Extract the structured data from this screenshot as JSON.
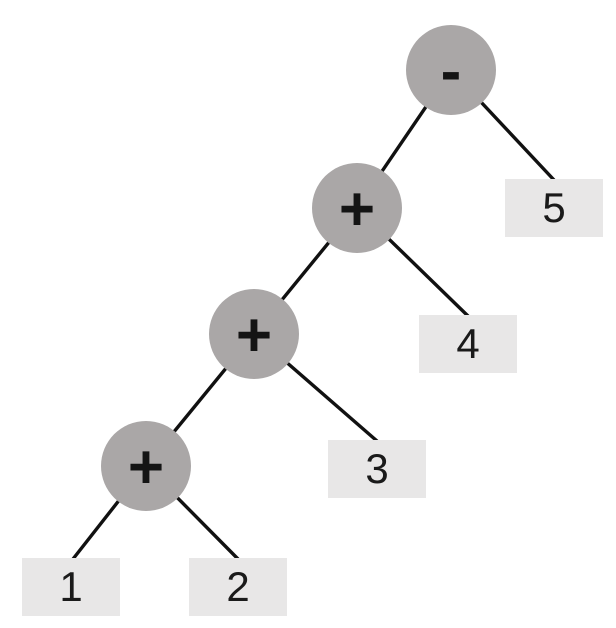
{
  "tree": {
    "kind": "expression-tree-diagram",
    "operators": [
      {
        "id": "root-minus",
        "label": "-"
      },
      {
        "id": "plus-level2",
        "label": "+"
      },
      {
        "id": "plus-level3",
        "label": "+"
      },
      {
        "id": "plus-level4",
        "label": "+"
      }
    ],
    "leaves": [
      {
        "id": "leaf-1",
        "label": "1"
      },
      {
        "id": "leaf-2",
        "label": "2"
      },
      {
        "id": "leaf-3",
        "label": "3"
      },
      {
        "id": "leaf-4",
        "label": "4"
      },
      {
        "id": "leaf-5",
        "label": "5"
      }
    ],
    "colors": {
      "operator_fill": "#aaa7a7",
      "leaf_fill": "#e8e7e7",
      "edge": "#111111",
      "text": "#1a1a1a",
      "background": "#ffffff"
    }
  }
}
